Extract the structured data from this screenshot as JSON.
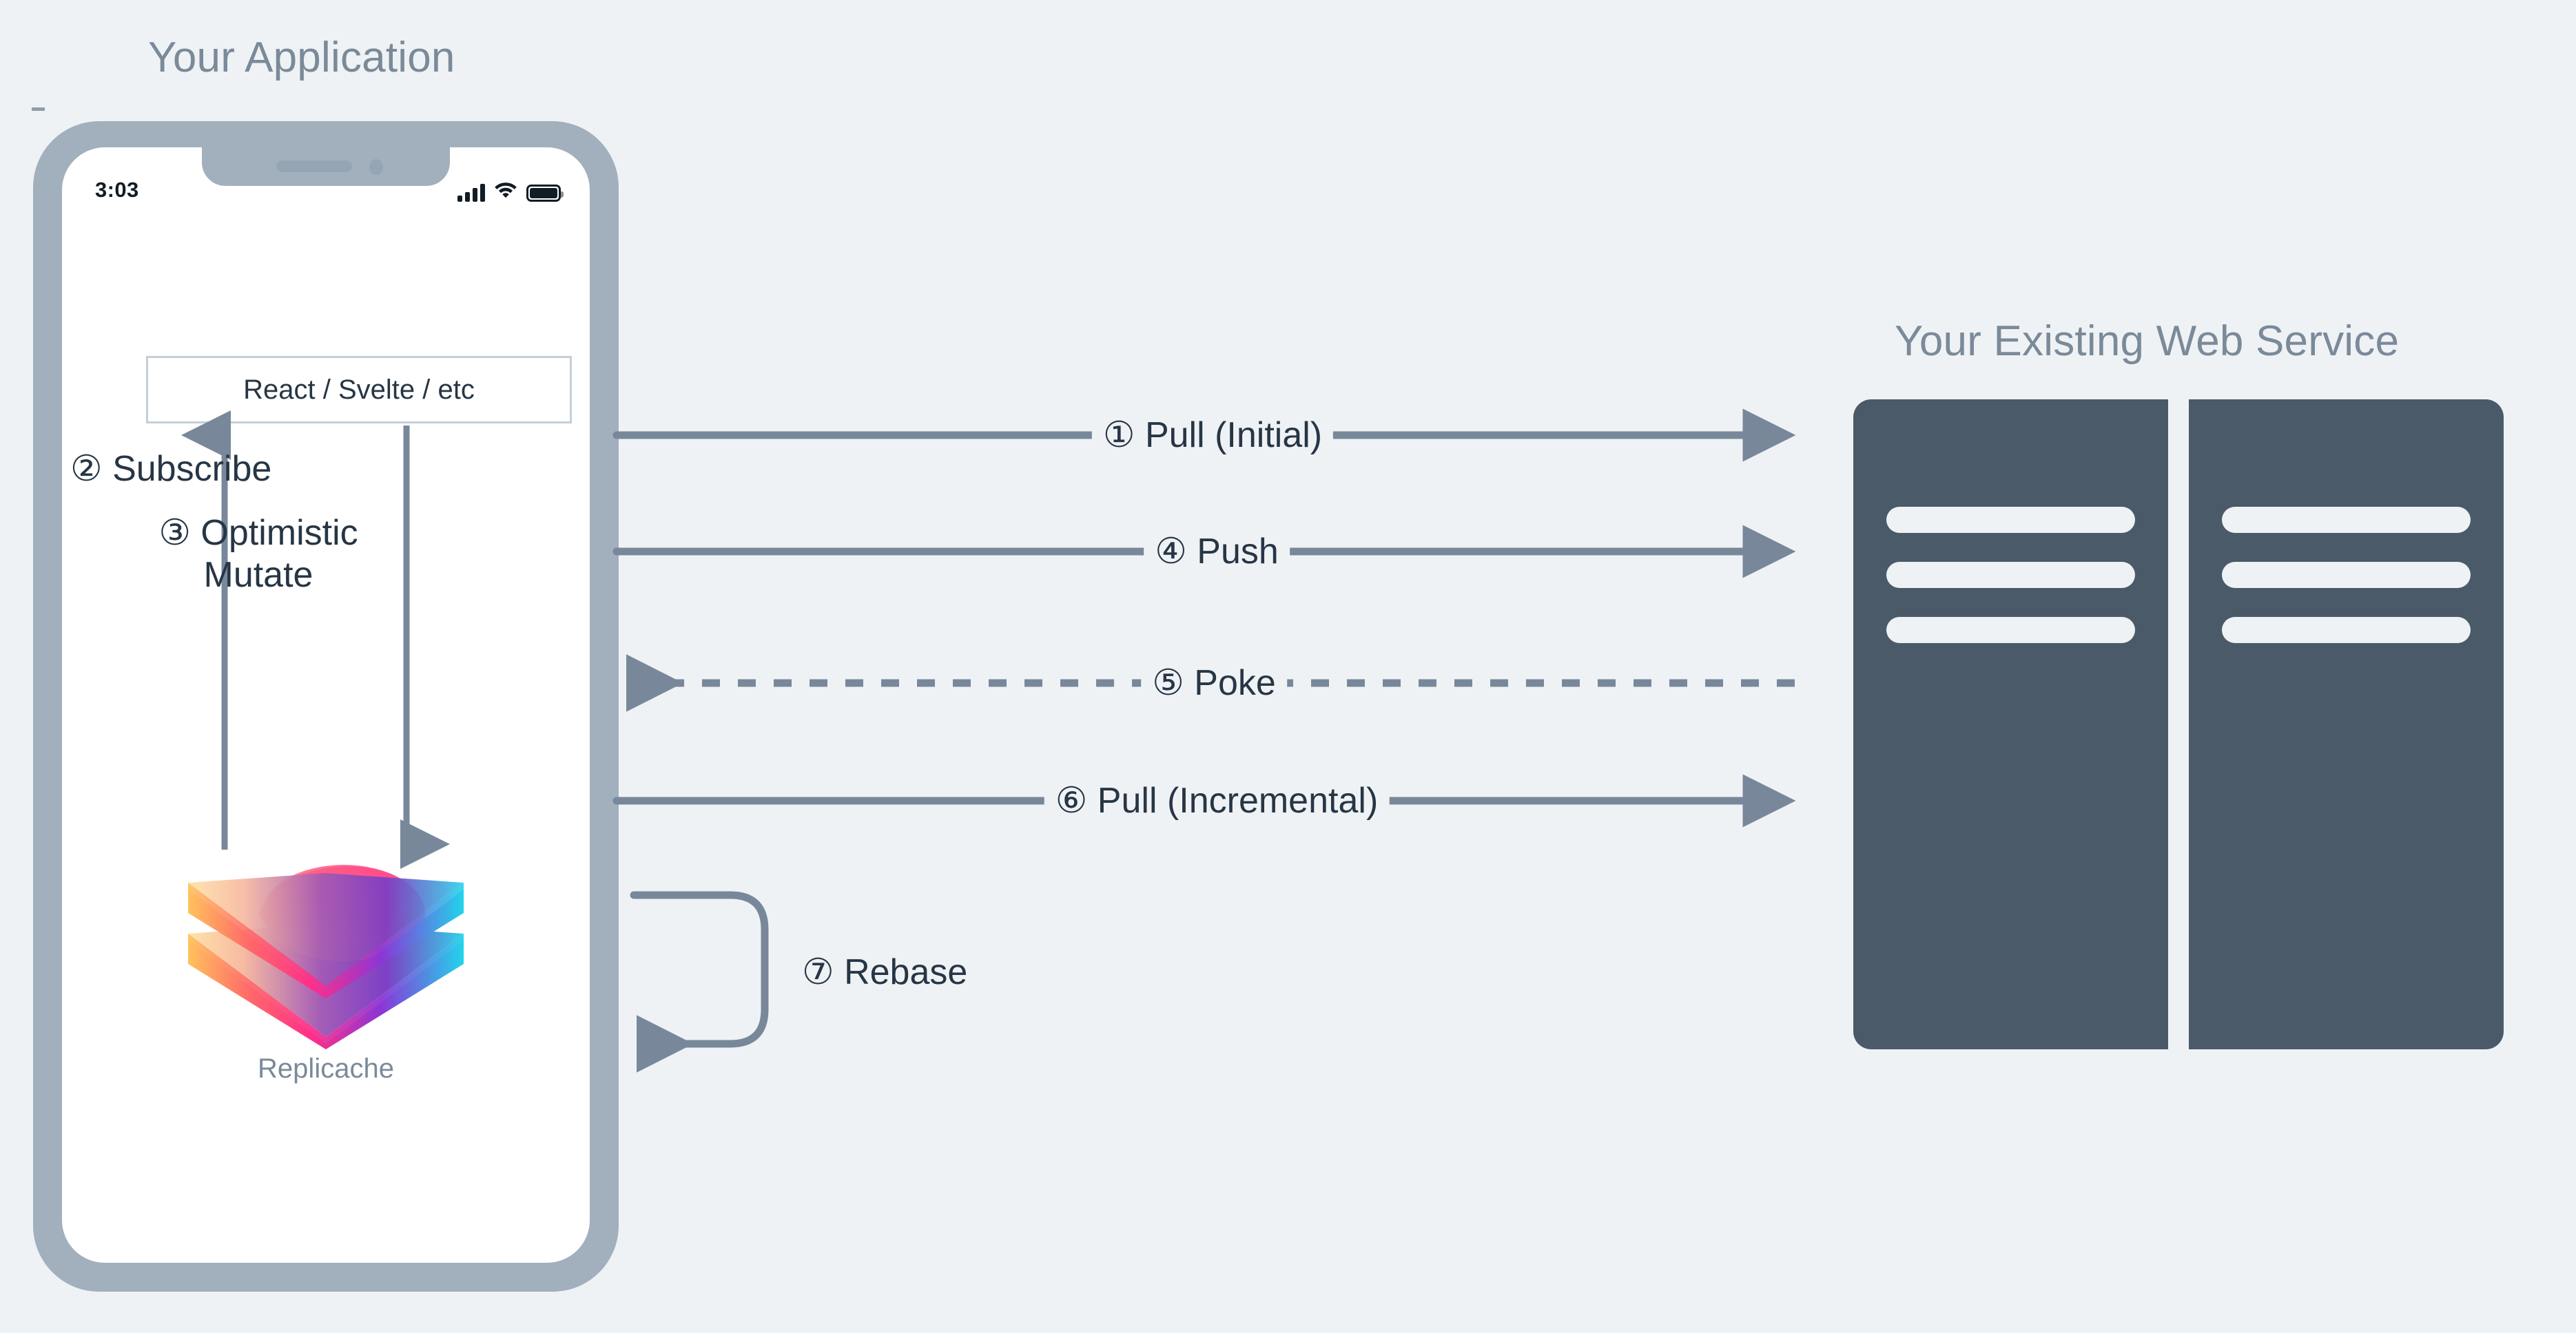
{
  "diagram": {
    "title_left": "Your Application",
    "title_right": "Your Existing Web Service",
    "background_color": "#eff2f5",
    "accent_dark": "#273645",
    "accent_muted": "#7b8a99",
    "arrow_color": "#78889a",
    "phone_frame_color": "#a2b0bd",
    "server_color": "#4a5a68"
  },
  "phone": {
    "status_bar": {
      "time": "3:03",
      "cellular_icon": "cellular-signal-icon",
      "wifi_icon": "wifi-icon",
      "battery_icon": "battery-full-icon"
    },
    "framework_box": {
      "label": "React / Svelte / etc"
    },
    "internal_steps": [
      {
        "number": "②",
        "label": "Subscribe",
        "direction": "up"
      },
      {
        "number": "③",
        "label": "Optimistic Mutate",
        "direction": "down"
      }
    ],
    "store": {
      "name": "Replicache",
      "logo_icon": "replicache-layers-logo"
    }
  },
  "network_steps": [
    {
      "number": "①",
      "label": "Pull (Initial)",
      "direction": "right",
      "style": "solid"
    },
    {
      "number": "④",
      "label": "Push",
      "direction": "right",
      "style": "solid"
    },
    {
      "number": "⑤",
      "label": "Poke",
      "direction": "left",
      "style": "dashed"
    },
    {
      "number": "⑥",
      "label": "Pull (Incremental)",
      "direction": "right",
      "style": "solid"
    }
  ],
  "loop_step": {
    "number": "⑦",
    "label": "Rebase"
  },
  "server": {
    "columns": [
      {
        "bars": 3
      },
      {
        "bars": 3
      }
    ]
  },
  "labels": {
    "step1": "① Pull (Initial)",
    "step2": "② Subscribe",
    "step3": "③ Optimistic Mutate",
    "step4": "④ Push",
    "step5": "⑤ Poke",
    "step6": "⑥ Pull (Incremental)",
    "step7": "⑦ Rebase"
  }
}
